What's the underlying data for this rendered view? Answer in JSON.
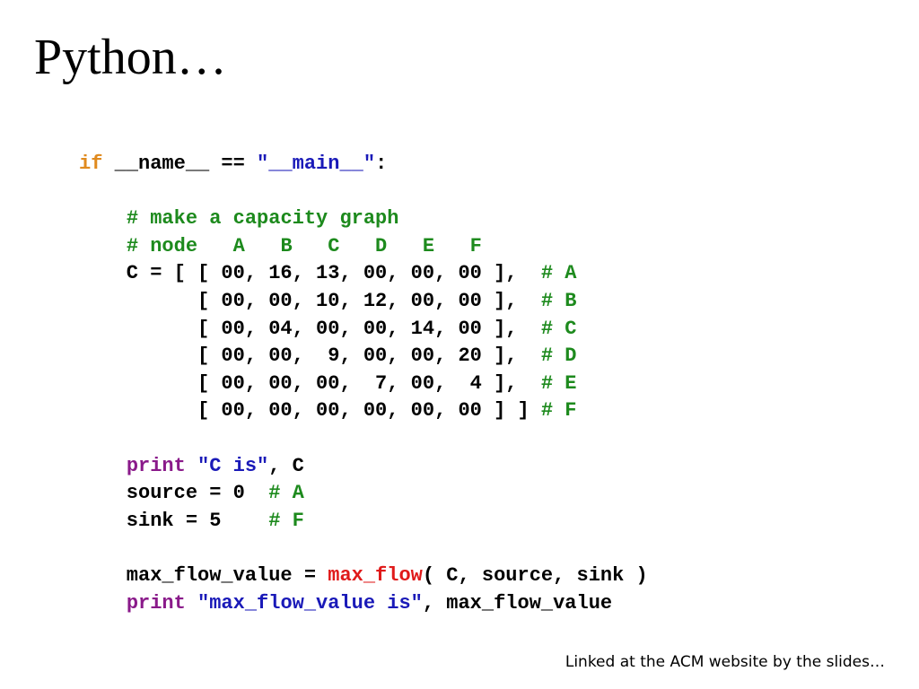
{
  "slide": {
    "title": "Python…",
    "footer": "Linked at the ACM website by the slides…"
  },
  "code": {
    "lines": [
      [
        {
          "t": "if",
          "k": "keyword"
        },
        {
          "t": " __name__ == ",
          "k": "plain"
        },
        {
          "t": "\"__main__\"",
          "k": "string"
        },
        {
          "t": ":",
          "k": "plain"
        }
      ],
      [],
      [
        {
          "t": "    ",
          "k": "plain"
        },
        {
          "t": "# make a capacity graph",
          "k": "comment"
        }
      ],
      [
        {
          "t": "    ",
          "k": "plain"
        },
        {
          "t": "# node   A   B   C   D   E   F",
          "k": "comment"
        }
      ],
      [
        {
          "t": "    C = [ [ 00, 16, 13, 00, 00, 00 ],  ",
          "k": "plain"
        },
        {
          "t": "# A",
          "k": "comment"
        }
      ],
      [
        {
          "t": "          [ 00, 00, 10, 12, 00, 00 ],  ",
          "k": "plain"
        },
        {
          "t": "# B",
          "k": "comment"
        }
      ],
      [
        {
          "t": "          [ 00, 04, 00, 00, 14, 00 ],  ",
          "k": "plain"
        },
        {
          "t": "# C",
          "k": "comment"
        }
      ],
      [
        {
          "t": "          [ 00, 00,  9, 00, 00, 20 ],  ",
          "k": "plain"
        },
        {
          "t": "# D",
          "k": "comment"
        }
      ],
      [
        {
          "t": "          [ 00, 00, 00,  7, 00,  4 ],  ",
          "k": "plain"
        },
        {
          "t": "# E",
          "k": "comment"
        }
      ],
      [
        {
          "t": "          [ 00, 00, 00, 00, 00, 00 ] ] ",
          "k": "plain"
        },
        {
          "t": "# F",
          "k": "comment"
        }
      ],
      [],
      [
        {
          "t": "    ",
          "k": "plain"
        },
        {
          "t": "print",
          "k": "builtin"
        },
        {
          "t": " ",
          "k": "plain"
        },
        {
          "t": "\"C is\"",
          "k": "string"
        },
        {
          "t": ", C",
          "k": "plain"
        }
      ],
      [
        {
          "t": "    source = 0  ",
          "k": "plain"
        },
        {
          "t": "# A",
          "k": "comment"
        }
      ],
      [
        {
          "t": "    sink = 5    ",
          "k": "plain"
        },
        {
          "t": "# F",
          "k": "comment"
        }
      ],
      [],
      [
        {
          "t": "    max_flow_value = ",
          "k": "plain"
        },
        {
          "t": "max_flow",
          "k": "call"
        },
        {
          "t": "( C, source, sink )",
          "k": "plain"
        }
      ],
      [
        {
          "t": "    ",
          "k": "plain"
        },
        {
          "t": "print",
          "k": "builtin"
        },
        {
          "t": " ",
          "k": "plain"
        },
        {
          "t": "\"max_flow_value is\"",
          "k": "string"
        },
        {
          "t": ", max_flow_value",
          "k": "plain"
        }
      ]
    ]
  },
  "colors": {
    "keyword": "#e08a1e",
    "string": "#1a1ab8",
    "comment": "#1d8a1d",
    "builtin": "#8a1a8a",
    "call": "#e01a1a",
    "plain": "#000000"
  }
}
